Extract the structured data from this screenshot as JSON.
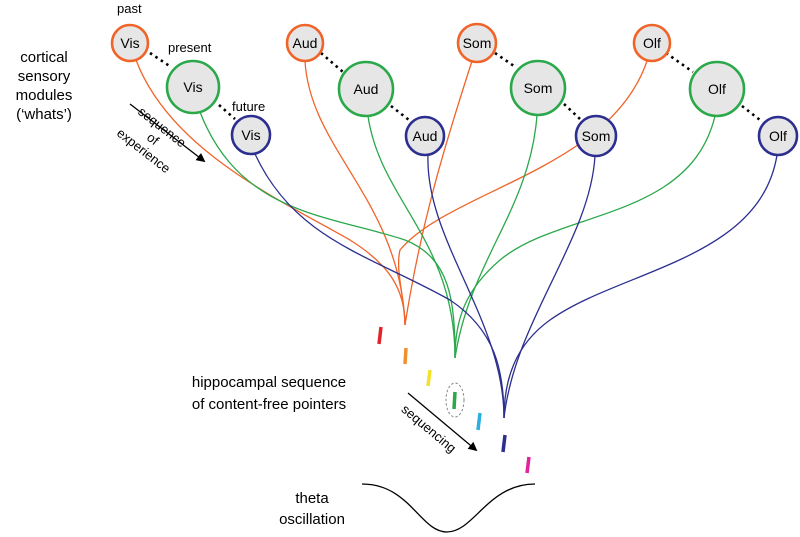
{
  "colors": {
    "past": "#f0642a",
    "present": "#2aa84a",
    "future": "#2c2f8f",
    "node_fill": "#e6e6e6",
    "pointer_colors": [
      "#e0242a",
      "#f0902a",
      "#f5e12a",
      "#2aa84a",
      "#2ab0e0",
      "#2c2f8f",
      "#e0249a"
    ]
  },
  "labels": {
    "cortical": [
      "cortical",
      "sensory",
      "modules",
      "(‘whats’)"
    ],
    "past": "past",
    "present": "present",
    "future": "future",
    "seq_exp_1": "sequence",
    "seq_exp_2": "of",
    "seq_exp_3": "experience",
    "hippo_1": "hippocampal sequence",
    "hippo_2": "of content-free pointers",
    "sequencing": "sequencing",
    "theta_1": "theta",
    "theta_2": "oscillation"
  },
  "modules": [
    {
      "name": "Vis",
      "past": "Vis",
      "present": "Vis",
      "future": "Vis"
    },
    {
      "name": "Aud",
      "past": "Aud",
      "present": "Aud",
      "future": "Aud"
    },
    {
      "name": "Som",
      "past": "Som",
      "present": "Som",
      "future": "Som"
    },
    {
      "name": "Olf",
      "past": "Olf",
      "present": "Olf",
      "future": "Olf"
    }
  ]
}
